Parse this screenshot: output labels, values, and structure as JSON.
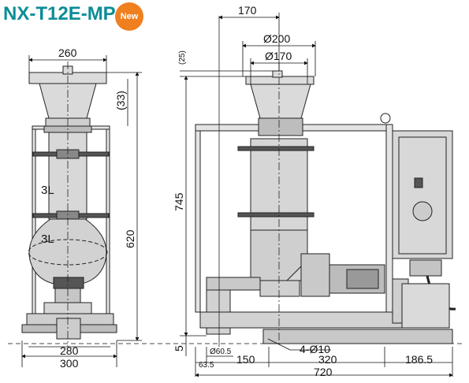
{
  "header": {
    "model": "NX-T12E-MP",
    "badge": "New"
  },
  "dims_front": {
    "top_width": "260",
    "hopper_height": "(33)",
    "overall_height": "620",
    "inner_width": "280",
    "base_width": "300",
    "volume_upper": "3L",
    "volume_lower": "3L"
  },
  "dims_side": {
    "offset_top": "170",
    "dia_outer": "Ø200",
    "dia_inner": "Ø170",
    "offset_25": "(25)",
    "total_height": "745",
    "base_offset": "5",
    "dia_pipe": "Ø60.5",
    "edge_63": "63.5",
    "span_150": "150",
    "holes": "4-Ø10",
    "span_320": "320",
    "span_186": "186.5",
    "total_length": "720"
  },
  "colors": {
    "title": "#0c8d96",
    "badge": "#f07f1f",
    "body": "#d9d9d9",
    "line": "#222222"
  }
}
